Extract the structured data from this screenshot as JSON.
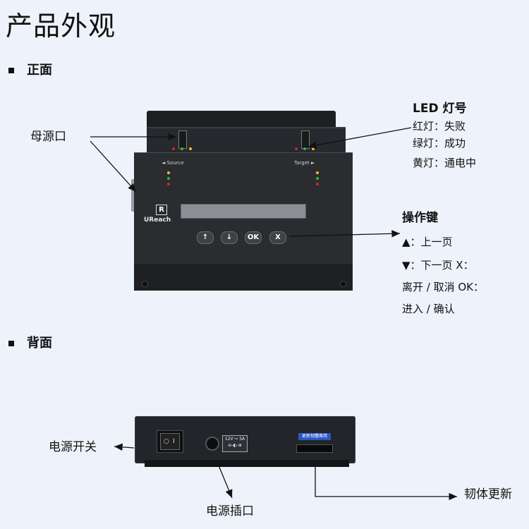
{
  "title": "产品外观",
  "sections": {
    "front": "正面",
    "back": "背面"
  },
  "front": {
    "source_port_label": "母源口",
    "led": {
      "heading": "LED 灯号",
      "red": "红灯：失败",
      "green": "绿灯：成功",
      "yellow": "黄灯：通电中"
    },
    "keys": {
      "heading": "操作键",
      "up": "▲：上一页",
      "down": "▼：下一页 X：",
      "cancel": "离开 / 取消 OK：",
      "ok": "进入 / 确认"
    },
    "device": {
      "source_label": "◄ Source",
      "target_label": "Target ►",
      "logo_mark": "R",
      "logo_text": "UReach",
      "buttons": [
        "↑",
        "↓",
        "OK",
        "X"
      ]
    }
  },
  "back": {
    "power_switch_label": "电源开关",
    "power_jack_label": "电源插口",
    "firmware_label": "韧体更新",
    "device": {
      "power_rating": "12V ⎓ 5A",
      "polarity": "⊖-◐-⊕",
      "fw_slot_tag": "更新韧體專用",
      "rocker_off": "○",
      "rocker_on": "I"
    }
  },
  "colors": {
    "background": "#eef3fb",
    "led_red": "#d02a1e",
    "led_green": "#31b24a",
    "led_yellow": "#e6c41d"
  }
}
